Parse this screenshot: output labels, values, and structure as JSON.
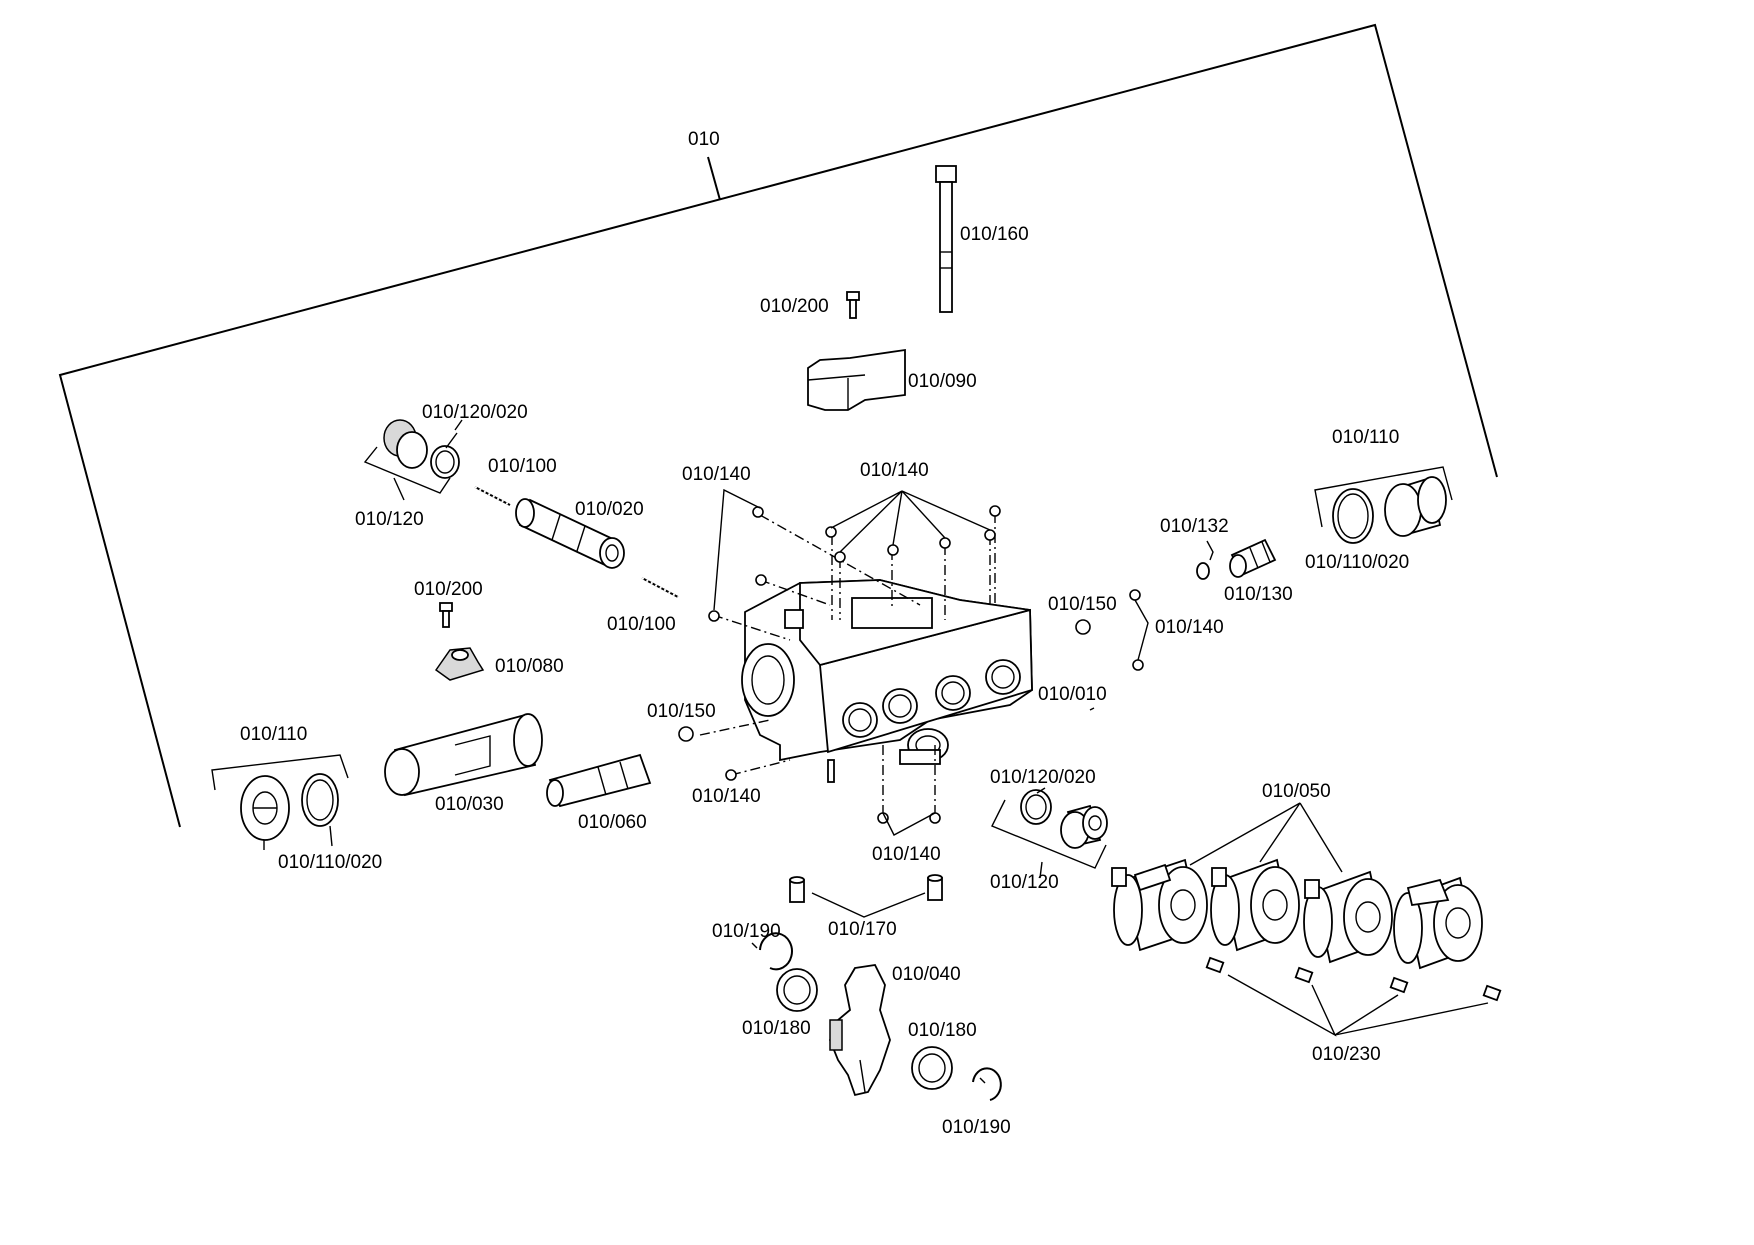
{
  "diagram": {
    "labels": {
      "assembly": "010",
      "housing": "010/010",
      "piston_020": "010/020",
      "piston_030": "010/030",
      "lever": "010/040",
      "valves": "010/050",
      "plug_060": "010/060",
      "clamp_080": "010/080",
      "cover_090": "010/090",
      "spring_upper": "010/100",
      "spring_lower": "010/100",
      "cap_left": "010/110",
      "cap_right": "010/110",
      "oring_left": "010/110/020",
      "oring_right": "010/110/020",
      "plug_left": "010/120",
      "plug_mid": "010/120",
      "oring_plug_left": "010/120/020",
      "oring_plug_mid": "010/120/020",
      "fitting": "010/130",
      "seal_132": "010/132",
      "balls_top_left": "010/140",
      "balls_top_right": "010/140",
      "balls_right": "010/140",
      "balls_bottom_left": "010/140",
      "balls_bottom": "010/140",
      "ball_150_right": "010/150",
      "ball_150_left": "010/150",
      "bolt": "010/160",
      "pins": "010/170",
      "ring_180_left": "010/180",
      "ring_180_right": "010/180",
      "circlip_left": "010/190",
      "circlip_right": "010/190",
      "screw_top": "010/200",
      "screw_left": "010/200",
      "screws": "010/230"
    }
  }
}
